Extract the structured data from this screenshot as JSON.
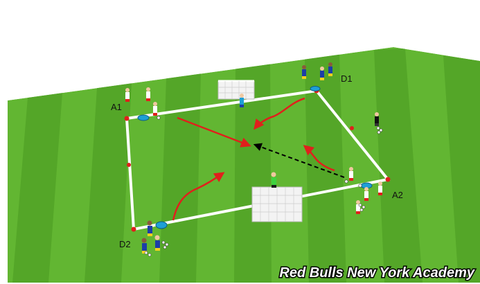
{
  "image": {
    "description_type": "soccer-training-diagram"
  },
  "labels": {
    "a1": "A1",
    "a2": "A2",
    "d1": "D1",
    "d2": "D2"
  },
  "watermark": {
    "text": "Red Bulls New York Academy"
  },
  "colors": {
    "pitch_light": "#6fc13a",
    "pitch_dark": "#56a82a",
    "lines": "#ffffff",
    "arrow_red": "#e0201c",
    "arrow_black": "#000000",
    "team_red_white": "#e6261f",
    "team_blue_yellow": "#1c3ea8"
  }
}
